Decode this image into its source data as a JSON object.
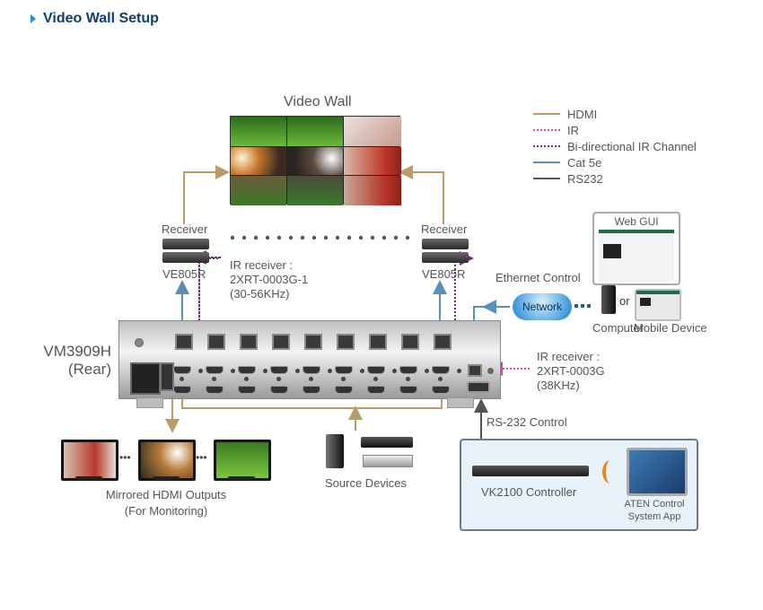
{
  "title": "Video Wall Setup",
  "legend": [
    {
      "label": "HDMI",
      "style": "solid",
      "color": "#b79d68"
    },
    {
      "label": "IR",
      "style": "dotted",
      "color": "#c050b0"
    },
    {
      "label": "Bi-directional IR Channel",
      "style": "dotted",
      "color": "#7a2a8a"
    },
    {
      "label": "Cat 5e",
      "style": "solid",
      "color": "#5b8fb9"
    },
    {
      "label": "RS232",
      "style": "solid",
      "color": "#555555"
    }
  ],
  "video_wall": {
    "label": "Video Wall"
  },
  "receivers": [
    {
      "label": "Receiver",
      "model": "VE805R"
    },
    {
      "label": "Receiver",
      "model": "VE805R"
    }
  ],
  "ir_receiver_left": {
    "line1": "IR receiver :",
    "line2": "2XRT-0003G-1",
    "line3": "(30-56KHz)"
  },
  "ir_receiver_right": {
    "line1": "IR receiver :",
    "line2": "2XRT-0003G",
    "line3": "(38KHz)"
  },
  "matrix": {
    "model": "VM3909H",
    "view": "(Rear)"
  },
  "ethernet_control": "Ethernet Control",
  "network": "Network",
  "web_gui": "Web GUI",
  "computer": "Computer",
  "or_text": "or",
  "mobile_device": "Mobile Device",
  "rs232_control": "RS-232 Control",
  "mirrored_outputs": {
    "line1": "Mirrored HDMI Outputs",
    "line2": "(For Monitoring)"
  },
  "source_devices": "Source Devices",
  "controller": "VK2100 Controller",
  "app": {
    "line1": "ATEN Control",
    "line2": "System App"
  },
  "colors": {
    "hdmi": "#b79d68",
    "ir": "#c050b0",
    "bi_ir": "#7a2a8a",
    "cat5e": "#5b8fb9",
    "rs232": "#555555",
    "title": "#0e3f6e",
    "accent": "#1f8fd6"
  }
}
